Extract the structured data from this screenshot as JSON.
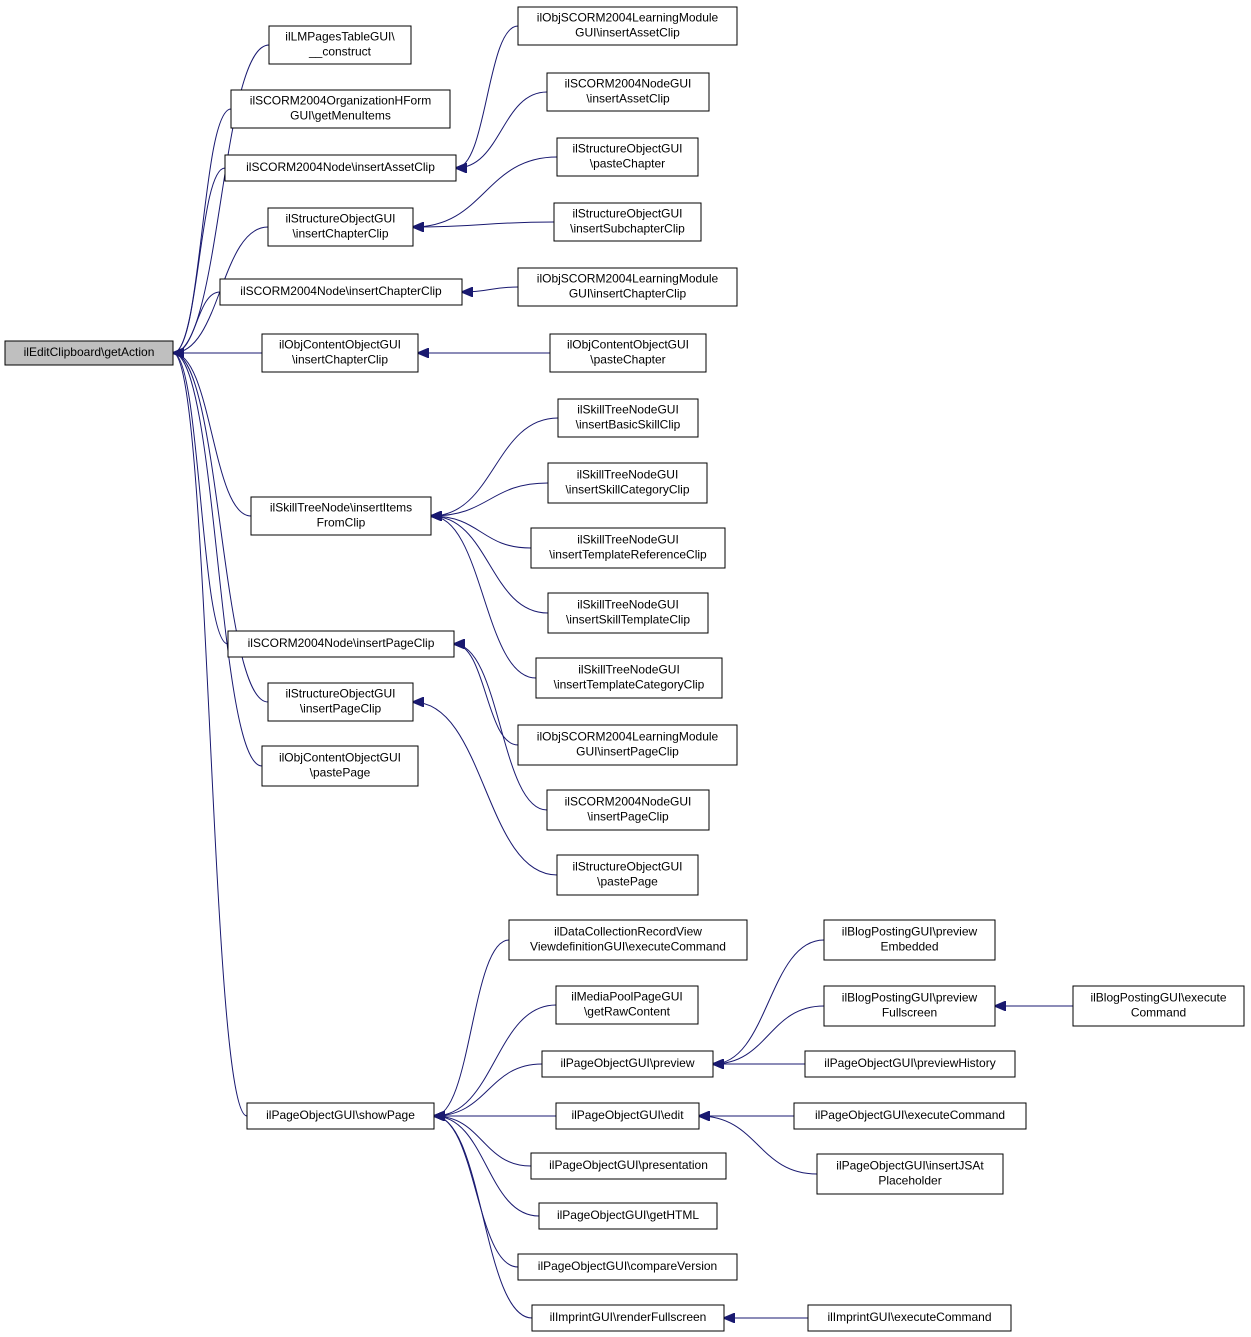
{
  "diagram": {
    "root": "ilEditClipboard\\getAction",
    "nodes": [
      {
        "id": "root",
        "lines": [
          "ilEditClipboard\\getAction"
        ],
        "highlight": true
      },
      {
        "id": "lm_pages_table",
        "lines": [
          "ilLMPagesTableGUI\\",
          "__construct"
        ]
      },
      {
        "id": "scorm_org_hform",
        "lines": [
          "ilSCORM2004OrganizationHForm",
          "GUI\\getMenuItems"
        ]
      },
      {
        "id": "scorm_node_asset",
        "lines": [
          "ilSCORM2004Node\\insertAssetClip"
        ]
      },
      {
        "id": "struct_chapter",
        "lines": [
          "ilStructureObjectGUI",
          "\\insertChapterClip"
        ]
      },
      {
        "id": "scorm_node_chapter",
        "lines": [
          "ilSCORM2004Node\\insertChapterClip"
        ]
      },
      {
        "id": "content_chapter",
        "lines": [
          "ilObjContentObjectGUI",
          "\\insertChapterClip"
        ]
      },
      {
        "id": "skill_items",
        "lines": [
          "ilSkillTreeNode\\insertItems",
          "FromClip"
        ]
      },
      {
        "id": "scorm_node_page",
        "lines": [
          "ilSCORM2004Node\\insertPageClip"
        ]
      },
      {
        "id": "struct_page",
        "lines": [
          "ilStructureObjectGUI",
          "\\insertPageClip"
        ]
      },
      {
        "id": "content_pastepage",
        "lines": [
          "ilObjContentObjectGUI",
          "\\pastePage"
        ]
      },
      {
        "id": "showpage",
        "lines": [
          "ilPageObjectGUI\\showPage"
        ]
      },
      {
        "id": "lm_asset",
        "lines": [
          "ilObjSCORM2004LearningModule",
          "GUI\\insertAssetClip"
        ]
      },
      {
        "id": "nodegui_asset",
        "lines": [
          "ilSCORM2004NodeGUI",
          "\\insertAssetClip"
        ]
      },
      {
        "id": "struct_pastechapter",
        "lines": [
          "ilStructureObjectGUI",
          "\\pasteChapter"
        ]
      },
      {
        "id": "struct_subchapter",
        "lines": [
          "ilStructureObjectGUI",
          "\\insertSubchapterClip"
        ]
      },
      {
        "id": "lm_chapter",
        "lines": [
          "ilObjSCORM2004LearningModule",
          "GUI\\insertChapterClip"
        ]
      },
      {
        "id": "content_pastechapter",
        "lines": [
          "ilObjContentObjectGUI",
          "\\pasteChapter"
        ]
      },
      {
        "id": "skill_basic",
        "lines": [
          "ilSkillTreeNodeGUI",
          "\\insertBasicSkillClip"
        ]
      },
      {
        "id": "skill_category",
        "lines": [
          "ilSkillTreeNodeGUI",
          "\\insertSkillCategoryClip"
        ]
      },
      {
        "id": "skill_templref",
        "lines": [
          "ilSkillTreeNodeGUI",
          "\\insertTemplateReferenceClip"
        ]
      },
      {
        "id": "skill_template",
        "lines": [
          "ilSkillTreeNodeGUI",
          "\\insertSkillTemplateClip"
        ]
      },
      {
        "id": "skill_templcat",
        "lines": [
          "ilSkillTreeNodeGUI",
          "\\insertTemplateCategoryClip"
        ]
      },
      {
        "id": "lm_page",
        "lines": [
          "ilObjSCORM2004LearningModule",
          "GUI\\insertPageClip"
        ]
      },
      {
        "id": "nodegui_page",
        "lines": [
          "ilSCORM2004NodeGUI",
          "\\insertPageClip"
        ]
      },
      {
        "id": "struct_pastepage",
        "lines": [
          "ilStructureObjectGUI",
          "\\pastePage"
        ]
      },
      {
        "id": "datacoll",
        "lines": [
          "ilDataCollectionRecordView",
          "ViewdefinitionGUI\\executeCommand"
        ]
      },
      {
        "id": "mediapool",
        "lines": [
          "ilMediaPoolPageGUI",
          "\\getRawContent"
        ]
      },
      {
        "id": "po_preview",
        "lines": [
          "ilPageObjectGUI\\preview"
        ]
      },
      {
        "id": "po_edit",
        "lines": [
          "ilPageObjectGUI\\edit"
        ]
      },
      {
        "id": "po_presentation",
        "lines": [
          "ilPageObjectGUI\\presentation"
        ]
      },
      {
        "id": "po_gethtml",
        "lines": [
          "ilPageObjectGUI\\getHTML"
        ]
      },
      {
        "id": "po_compare",
        "lines": [
          "ilPageObjectGUI\\compareVersion"
        ]
      },
      {
        "id": "imprint_render",
        "lines": [
          "ilImprintGUI\\renderFullscreen"
        ]
      },
      {
        "id": "blog_embedded",
        "lines": [
          "ilBlogPostingGUI\\preview",
          "Embedded"
        ]
      },
      {
        "id": "blog_fullscreen",
        "lines": [
          "ilBlogPostingGUI\\preview",
          "Fullscreen"
        ]
      },
      {
        "id": "po_previewhistory",
        "lines": [
          "ilPageObjectGUI\\previewHistory"
        ]
      },
      {
        "id": "po_execcmd",
        "lines": [
          "ilPageObjectGUI\\executeCommand"
        ]
      },
      {
        "id": "po_jsat",
        "lines": [
          "ilPageObjectGUI\\insertJSAt",
          "Placeholder"
        ]
      },
      {
        "id": "imprint_exec",
        "lines": [
          "ilImprintGUI\\executeCommand"
        ]
      },
      {
        "id": "blog_exec",
        "lines": [
          "ilBlogPostingGUI\\execute",
          "Command"
        ]
      }
    ],
    "edges": [
      {
        "from": "lm_pages_table",
        "to": "root"
      },
      {
        "from": "scorm_org_hform",
        "to": "root"
      },
      {
        "from": "scorm_node_asset",
        "to": "root"
      },
      {
        "from": "struct_chapter",
        "to": "root"
      },
      {
        "from": "scorm_node_chapter",
        "to": "root"
      },
      {
        "from": "content_chapter",
        "to": "root"
      },
      {
        "from": "skill_items",
        "to": "root"
      },
      {
        "from": "scorm_node_page",
        "to": "root"
      },
      {
        "from": "struct_page",
        "to": "root"
      },
      {
        "from": "content_pastepage",
        "to": "root"
      },
      {
        "from": "showpage",
        "to": "root"
      },
      {
        "from": "lm_asset",
        "to": "scorm_node_asset"
      },
      {
        "from": "nodegui_asset",
        "to": "scorm_node_asset"
      },
      {
        "from": "struct_pastechapter",
        "to": "struct_chapter"
      },
      {
        "from": "struct_subchapter",
        "to": "struct_chapter"
      },
      {
        "from": "lm_chapter",
        "to": "scorm_node_chapter"
      },
      {
        "from": "content_pastechapter",
        "to": "content_chapter"
      },
      {
        "from": "skill_basic",
        "to": "skill_items"
      },
      {
        "from": "skill_category",
        "to": "skill_items"
      },
      {
        "from": "skill_templref",
        "to": "skill_items"
      },
      {
        "from": "skill_template",
        "to": "skill_items"
      },
      {
        "from": "skill_templcat",
        "to": "skill_items"
      },
      {
        "from": "lm_page",
        "to": "scorm_node_page"
      },
      {
        "from": "nodegui_page",
        "to": "scorm_node_page"
      },
      {
        "from": "struct_pastepage",
        "to": "struct_page"
      },
      {
        "from": "datacoll",
        "to": "showpage"
      },
      {
        "from": "mediapool",
        "to": "showpage"
      },
      {
        "from": "po_preview",
        "to": "showpage"
      },
      {
        "from": "po_edit",
        "to": "showpage"
      },
      {
        "from": "po_presentation",
        "to": "showpage"
      },
      {
        "from": "po_gethtml",
        "to": "showpage"
      },
      {
        "from": "po_compare",
        "to": "showpage"
      },
      {
        "from": "imprint_render",
        "to": "showpage"
      },
      {
        "from": "blog_embedded",
        "to": "po_preview"
      },
      {
        "from": "blog_fullscreen",
        "to": "po_preview"
      },
      {
        "from": "po_previewhistory",
        "to": "po_preview"
      },
      {
        "from": "po_execcmd",
        "to": "po_edit"
      },
      {
        "from": "po_jsat",
        "to": "po_edit"
      },
      {
        "from": "imprint_exec",
        "to": "imprint_render"
      },
      {
        "from": "blog_exec",
        "to": "blog_fullscreen"
      }
    ],
    "colors": {
      "edge": "#191970",
      "node_border": "#000000",
      "root_fill": "#bfbfbf",
      "node_fill": "#ffffff"
    }
  }
}
